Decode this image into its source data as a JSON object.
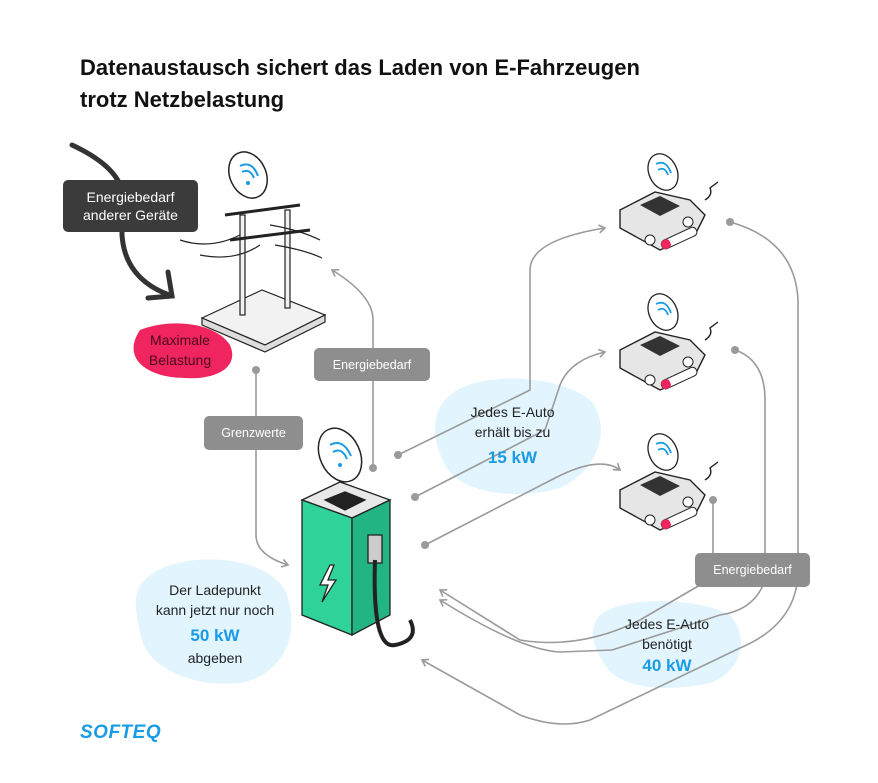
{
  "title": {
    "line1": "Datenaustausch sichert das Laden von E-Fahrzeugen",
    "line2": "trotz Netzbelastung"
  },
  "labels": {
    "other_devices_line1": "Energiebedarf",
    "other_devices_line2": "anderer Geräte",
    "max_load_line1": "Maximale",
    "max_load_line2": "Belastung",
    "energy_demand_grid": "Energiebedarf",
    "limits": "Grenzwerte",
    "energy_demand_cars": "Energiebedarf"
  },
  "charger_note": {
    "line1": "Der Ladepunkt",
    "line2": "kann jetzt nur noch",
    "value": "50 kW",
    "line3": "abgeben"
  },
  "car_receives": {
    "line1": "Jedes E-Auto",
    "line2": "erhält bis zu",
    "value": "15 kW"
  },
  "car_needs": {
    "line1": "Jedes E-Auto",
    "line2": "benötigt",
    "value": "40 kW"
  },
  "logo": "SOFTEQ",
  "colors": {
    "accent": "#1a9be6",
    "pink": "#f0245f",
    "green": "#2fd39a",
    "blob": "#e2f4fd",
    "line": "#9a9a9a"
  }
}
